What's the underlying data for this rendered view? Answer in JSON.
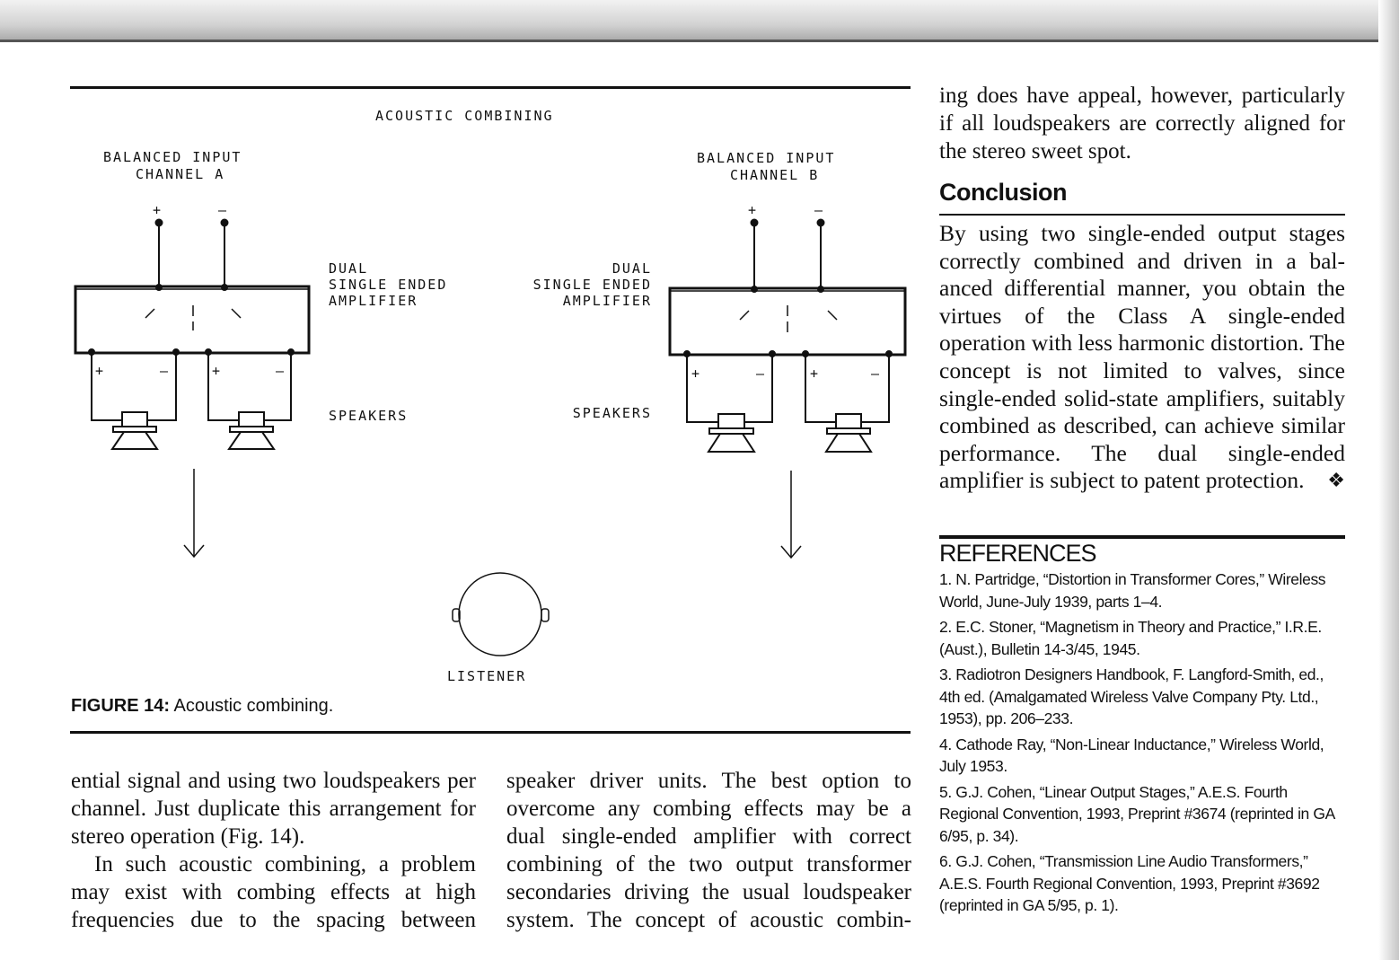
{
  "figure": {
    "title": "ACOUSTIC COMBINING",
    "channel_a": {
      "line1": "BALANCED INPUT",
      "line2": "CHANNEL A"
    },
    "channel_b": {
      "line1": "BALANCED INPUT",
      "line2": "CHANNEL B"
    },
    "amp_left": [
      "DUAL",
      "SINGLE ENDED",
      "AMPLIFIER"
    ],
    "amp_right": [
      "DUAL",
      "SINGLE ENDED",
      "AMPLIFIER"
    ],
    "speakers_left": "SPEAKERS",
    "speakers_right": "SPEAKERS",
    "listener": "LISTENER",
    "plus": "+",
    "minus": "–",
    "caption_label": "FIGURE 14:",
    "caption_text": "Acoustic combining."
  },
  "col_left": {
    "p1": "ential signal and using two loudspeakers per channel. Just duplicate this arrange­ment for stereo operation (Fig. 14).",
    "p2": "In such acoustic combining, a problem may exist with combing effects at high frequencies due to the spacing between"
  },
  "col_mid": {
    "p1": "speaker driver units. The best option to overcome any combing effects may be a dual single-ended amplifier with correct combining of the two output transformer secondaries driving the usual loudspeaker system. The concept of acoustic combin-"
  },
  "col_right": {
    "p1": "ing does have appeal, however, particular­ly if all loudspeakers are correctly aligned for the stereo sweet spot.",
    "conclusion_heading": "Conclusion",
    "conclusion_text": "By using two single-ended output stages correctly combined and driven in a bal­anced differential manner, you obtain the virtues of the Class A single-ended operation with less harmonic distortion. The concept is not limited to valves, since single-ended solid-state amplifiers, suitably combined as described, can achieve similar performance. The dual single-ended amplifier is subject to patent protection.",
    "end_mark": "❖"
  },
  "references": {
    "heading": "REFERENCES",
    "items": [
      "1. N. Partridge, “Distortion in Transformer Cores,” Wireless World, June-July 1939, parts 1–4.",
      "2. E.C. Stoner, “Magnetism in Theory and Practice,” I.R.E. (Aust.), Bulletin 14-3/45, 1945.",
      "3. Radiotron Designers Handbook, F. Langford-Smith, ed., 4th ed. (Amalgamated Wireless Valve Company Pty. Ltd., 1953), pp. 206–233.",
      "4. Cathode Ray, “Non-Linear Inductance,” Wireless World, July 1953.",
      "5. G.J. Cohen, “Linear Output Stages,” A.E.S. Fourth Regional Convention, 1993, Preprint #3674 (reprinted in GA 6/95, p. 34).",
      "6. G.J. Cohen, “Transmission Line Audio Transformers,” A.E.S. Fourth Regional Convention, 1993, Preprint #3692 (reprinted in GA 5/95, p. 1)."
    ]
  }
}
